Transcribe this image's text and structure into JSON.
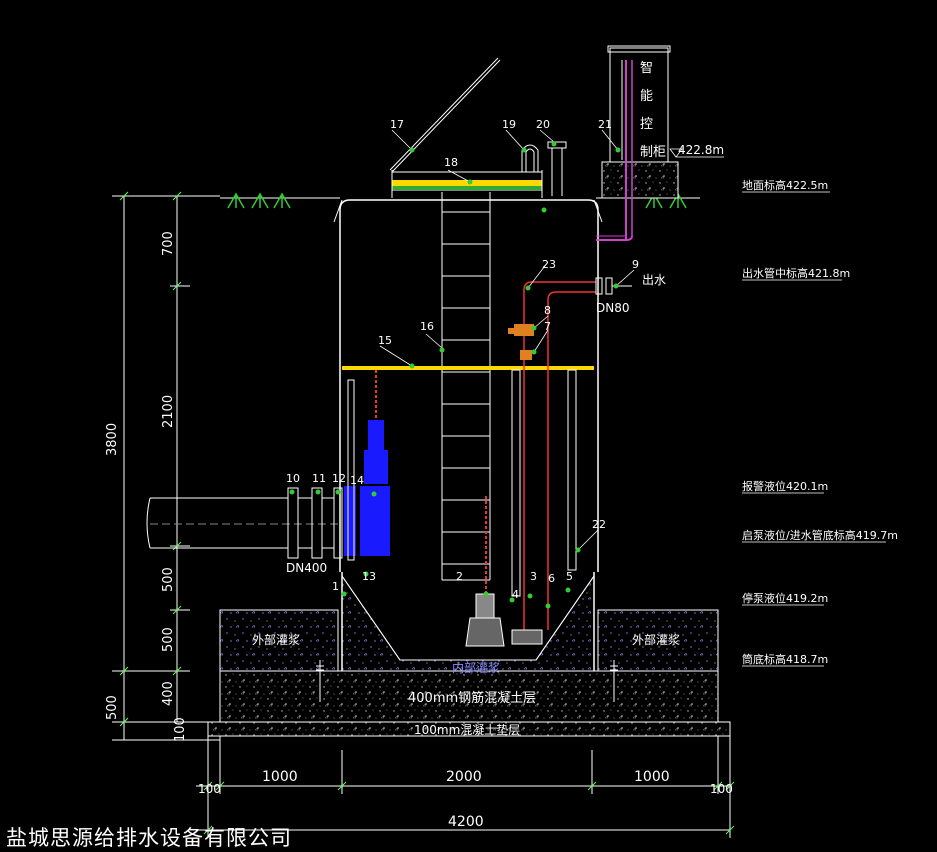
{
  "dims": {
    "d3800": "3800",
    "d700": "700",
    "d2100": "2100",
    "d500a": "500",
    "d500b": "500",
    "d400": "400",
    "d500c": "500",
    "d100": "100",
    "b100l": "100",
    "b1000l": "1000",
    "b2000": "2000",
    "b1000r": "1000",
    "b100r": "100",
    "b4200": "4200"
  },
  "levels": {
    "ground": "地面标高422.5m",
    "outlet": "出水管中标高421.8m",
    "alarm": "报警液位420.1m",
    "start": "启泵液位/进水管底标高419.7m",
    "stop": "停泵液位419.2m",
    "bottom": "筒底标高418.7m",
    "cabinet_level": "422.8m"
  },
  "labels": {
    "outlet_water": "出水",
    "dn80": "DN80",
    "dn400": "DN400",
    "cabinet_text": "智能控制柜",
    "backfill_left": "外部灌浆",
    "backfill_right": "外部灌浆",
    "inner_grout": "内部灌浆",
    "slab": "400mm钢筋混凝土层",
    "cushion": "100mm混凝土垫层"
  },
  "numbers": [
    "1",
    "2",
    "3",
    "4",
    "5",
    "6",
    "7",
    "8",
    "9",
    "10",
    "11",
    "12",
    "13",
    "14",
    "15",
    "16",
    "17",
    "18",
    "19",
    "20",
    "21",
    "22",
    "23"
  ],
  "footer": "盐城思源给排水设备有限公司"
}
